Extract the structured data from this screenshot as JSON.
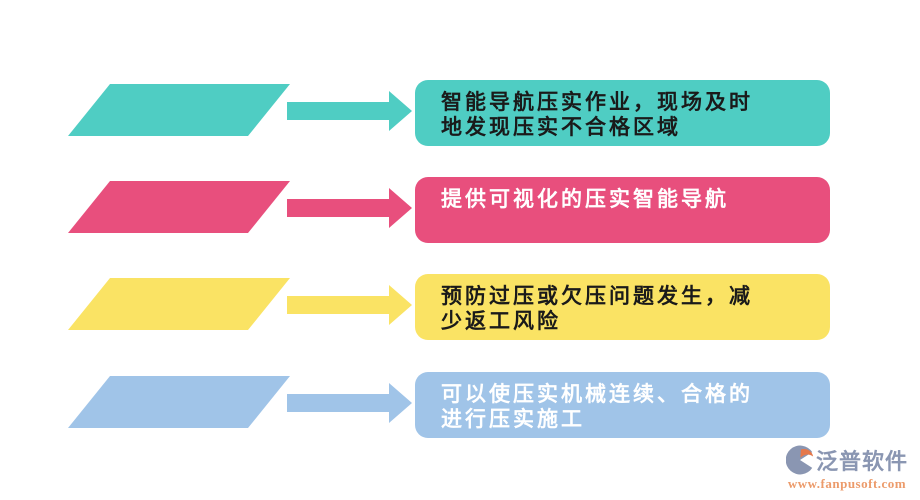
{
  "page": {
    "background": "#FFFFFF"
  },
  "rows": [
    {
      "color": "#4FCDC3",
      "text_color": "#1A1A1A",
      "lines": [
        "智能导航压实作业，现场及时",
        "地发现压实不合格区域"
      ]
    },
    {
      "color": "#E84F7D",
      "text_color": "#FFFFFF",
      "lines": [
        "提供可视化的压实智能导航"
      ]
    },
    {
      "color": "#FAE364",
      "text_color": "#1A1A1A",
      "lines": [
        "预防过压或欠压问题发生，减",
        "少返工风险"
      ]
    },
    {
      "color": "#A0C4E8",
      "text_color": "#FFFFFF",
      "lines": [
        "可以使压实机械连续、合格的",
        "进行压实施工"
      ]
    }
  ],
  "logo": {
    "brand_name": "泛普软件",
    "website": "www.fanpusoft.com",
    "brand_color": "#8A96B2",
    "website_color": "#EC9B6B",
    "icon_primary_color": "#8A96B2",
    "icon_accent_color": "#E5784B"
  }
}
